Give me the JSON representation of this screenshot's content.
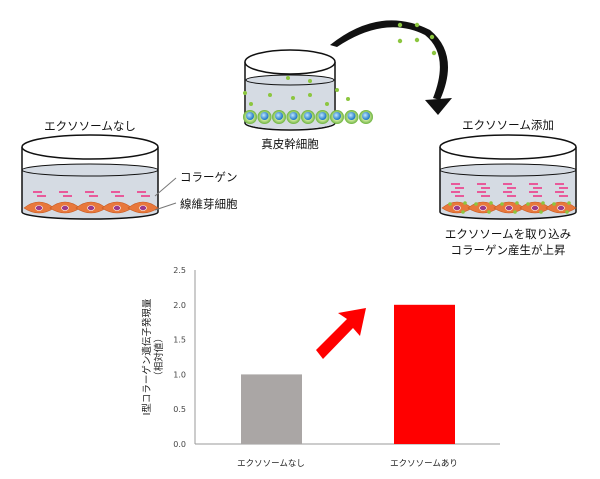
{
  "diagram": {
    "source_dish_label": "真皮幹細胞",
    "control_dish_label": "エクソソームなし",
    "treated_dish_label": "エクソソーム添加",
    "collagen_label": "コラーゲン",
    "fibroblast_label": "線維芽細胞",
    "result_line1": "エクソソームを取り込み",
    "result_line2": "コラーゲン産生が上昇"
  },
  "colors": {
    "control": "#aaa6a5",
    "treated": "#ff0000",
    "cell": "#e8783c",
    "collagen": "#e85a9a",
    "exosome": "#8cc63f",
    "liquid": "#d5dbe3"
  },
  "chart_data": {
    "type": "bar",
    "categories": [
      "エクソソームなし",
      "エクソソームあり"
    ],
    "values": [
      1.0,
      2.0
    ],
    "ylabel": "Ⅰ型コラーゲン遺伝子発現量",
    "ylabel2": "（相対値）",
    "ylim": [
      0,
      2.5
    ],
    "yticks": [
      "0.0",
      "0.5",
      "1.0",
      "1.5",
      "2.0",
      "2.5"
    ],
    "grid": false
  }
}
